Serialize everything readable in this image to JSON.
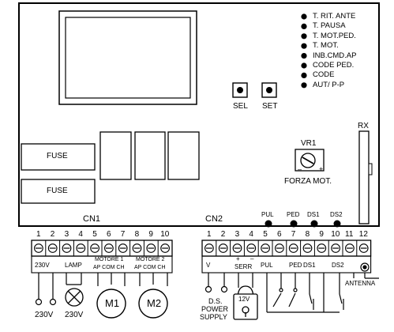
{
  "leds": {
    "items": [
      "T. RIT. ANTE",
      "T. PAUSA",
      "T. MOT.PED.",
      "T. MOT.",
      "INB.CMD.AP",
      "CODE  PED.",
      "CODE",
      "AUT/ P-P"
    ]
  },
  "buttons": {
    "sel": "SEL",
    "set": "SET"
  },
  "fuses": {
    "top": "FUSE",
    "bottom": "FUSE"
  },
  "vr1": {
    "label": "VR1",
    "caption": "FORZA MOT.",
    "plus": "+",
    "minus": "–"
  },
  "rx": {
    "label": "RX"
  },
  "cn1": {
    "label": "CN1",
    "numbers": [
      "1",
      "2",
      "3",
      "4",
      "5",
      "6",
      "7",
      "8",
      "9",
      "10"
    ],
    "groups": {
      "power": "230V",
      "lamp": "LAMP",
      "m1": "MOTORE 1",
      "m1_sub": "AP COM CH",
      "m2": "MOTORE 2",
      "m2_sub": "AP COM CH"
    },
    "below": {
      "power": "230V",
      "lamp": "230V",
      "m1": "M1",
      "m2": "M2"
    }
  },
  "cn2": {
    "label": "CN2",
    "numbers": [
      "1",
      "2",
      "3",
      "4",
      "5",
      "6",
      "7",
      "8",
      "9",
      "10",
      "11",
      "12"
    ],
    "inputs": {
      "pul": "PUL",
      "ped": "PED",
      "ds1": "DS1",
      "ds2": "DS2"
    },
    "term_labels": {
      "v": "V",
      "serr": "SERR",
      "serr_plus": "+",
      "serr_minus": "–",
      "pul": "PUL",
      "ped": "PED",
      "ds1": "DS1",
      "ds2": "DS2"
    },
    "below": {
      "psu": [
        "D.S.",
        "POWER",
        "SUPPLY"
      ],
      "lock": "12V",
      "antenna": "ANTENNA"
    }
  }
}
